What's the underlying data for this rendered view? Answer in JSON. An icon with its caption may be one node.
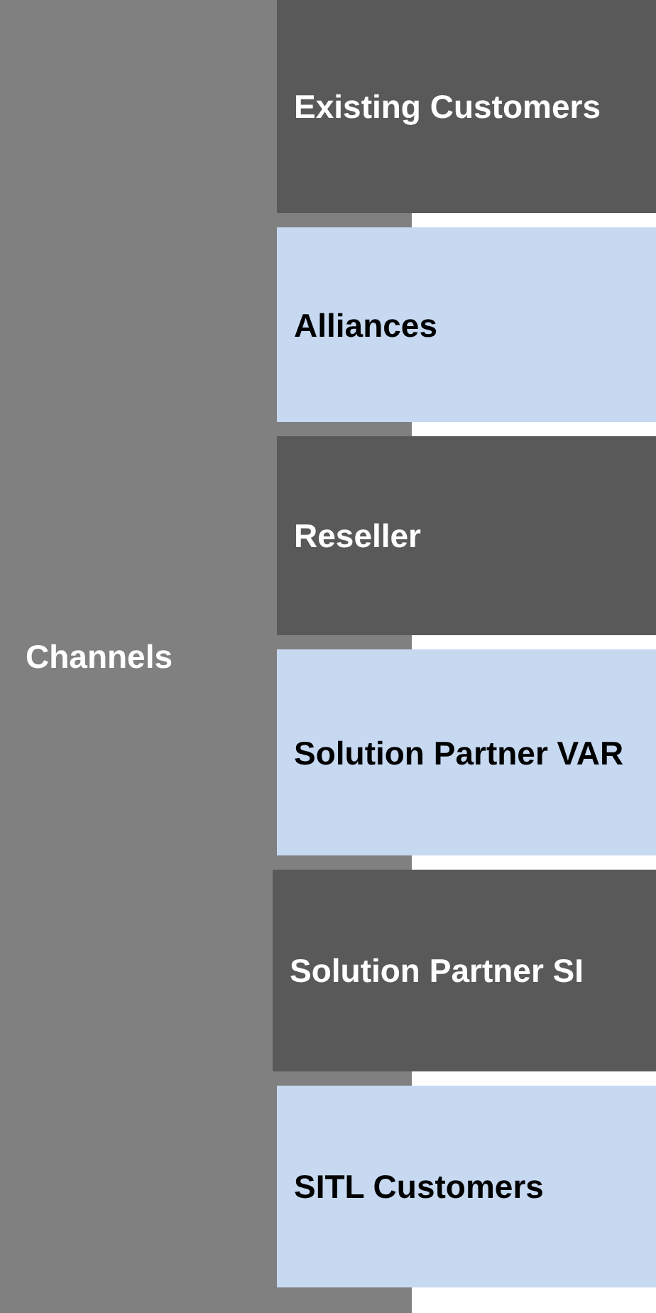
{
  "diagram": {
    "nodes": [
      {
        "text": [
          "Channels"
        ]
      },
      {
        "text": [
          "Existing Customers"
        ]
      },
      {
        "text": [
          "Alliances"
        ]
      },
      {
        "text": [
          "Reseller"
        ]
      },
      {
        "text": [
          "Solution Partner VAR"
        ]
      },
      {
        "text": [
          "Solution Partner SI"
        ]
      },
      {
        "text": [
          "SITL Customers"
        ]
      }
    ]
  }
}
